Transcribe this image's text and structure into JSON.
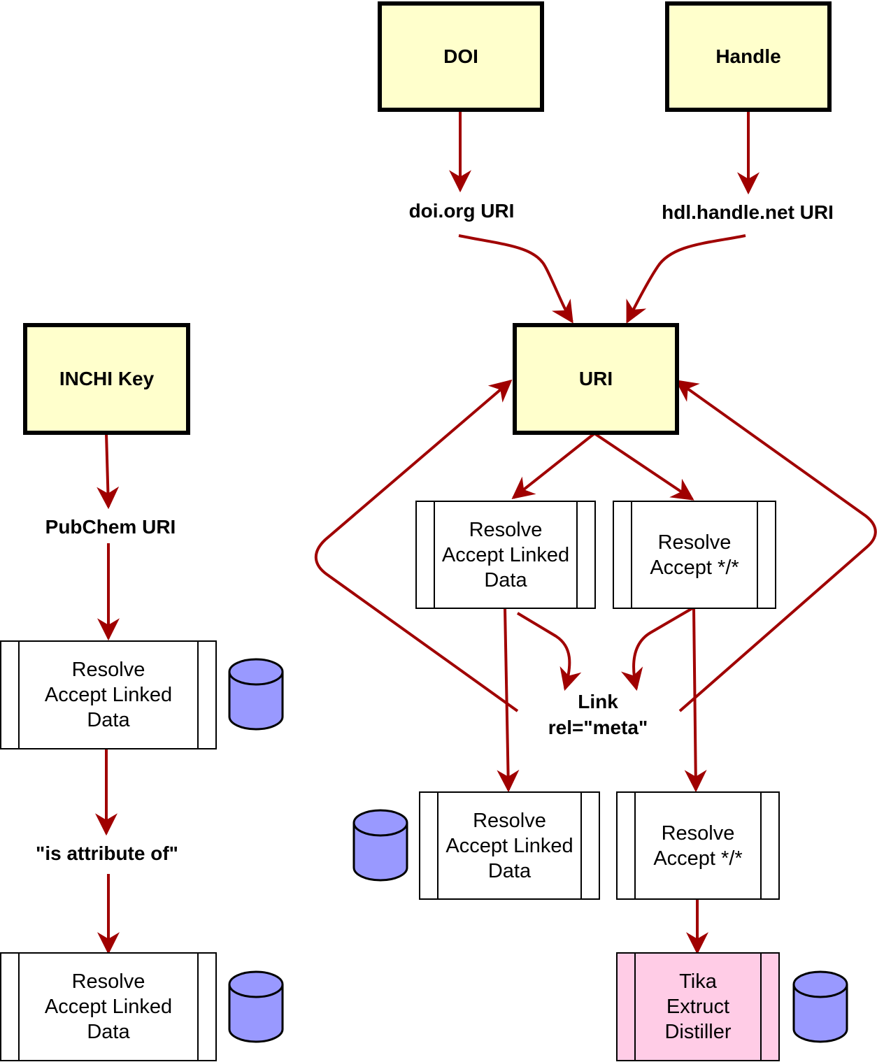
{
  "colors": {
    "key_fill": "#ffffcc",
    "process_fill": "#ffffff",
    "tika_fill": "#ffcce6",
    "arrow": "#a00000",
    "database": "#9999ff"
  },
  "nodes": {
    "doi": "DOI",
    "handle": "Handle",
    "uri": "URI",
    "inchi_key": "INCHI Key",
    "resolve_ld_mid": "Resolve\nAccept Linked\nData",
    "resolve_any_mid": "Resolve\nAccept */*",
    "resolve_ld_bottom": "Resolve\nAccept Linked\nData",
    "resolve_any_bottom": "Resolve\nAccept */*",
    "resolve_ld_left1": "Resolve\nAccept Linked\nData",
    "resolve_ld_left2": "Resolve\nAccept Linked\nData",
    "tika": "Tika\nExtruct\nDistiller"
  },
  "labels": {
    "doi_uri": "doi.org URI",
    "hdl_uri": "hdl.handle.net URI",
    "pubchem_uri": "PubChem URI",
    "is_attribute_of": "\"is attribute of\"",
    "link_meta": "Link\nrel=\"meta\""
  },
  "icons": {
    "database": "database-icon"
  }
}
